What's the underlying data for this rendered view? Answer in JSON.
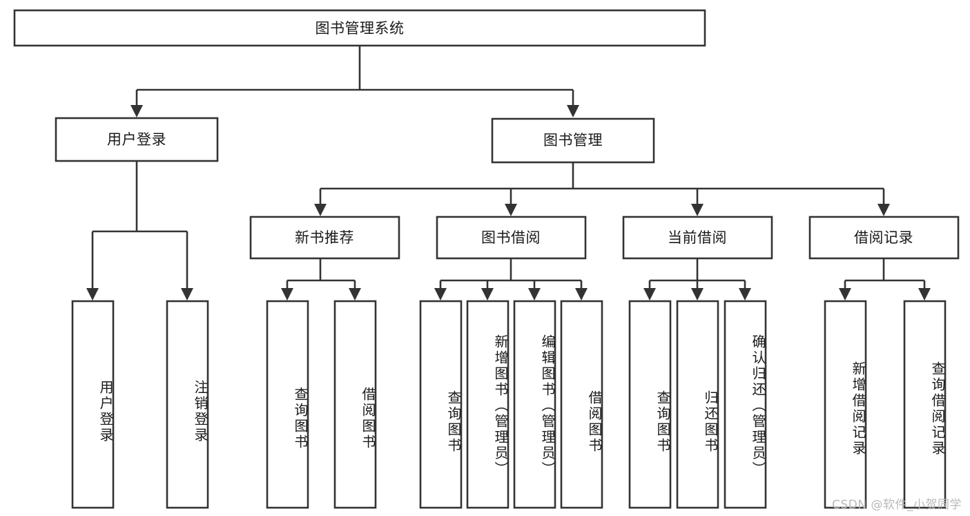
{
  "diagram": {
    "title": "图书管理系统",
    "type": "tree",
    "root": {
      "label": "图书管理系统",
      "children": [
        {
          "label": "用户登录",
          "children": [
            {
              "label": "用户登录"
            },
            {
              "label": "注销登录"
            }
          ]
        },
        {
          "label": "图书管理",
          "children": [
            {
              "label": "新书推荐",
              "children": [
                {
                  "label": "查询图书"
                },
                {
                  "label": "借阅图书"
                }
              ]
            },
            {
              "label": "图书借阅",
              "children": [
                {
                  "label": "查询图书"
                },
                {
                  "label": "新增图书（管理员）"
                },
                {
                  "label": "编辑图书（管理员）"
                },
                {
                  "label": "借阅图书"
                }
              ]
            },
            {
              "label": "当前借阅",
              "children": [
                {
                  "label": "查询图书"
                },
                {
                  "label": "归还图书"
                },
                {
                  "label": "确认归还（管理员）"
                }
              ]
            },
            {
              "label": "借阅记录",
              "children": [
                {
                  "label": "新增借阅记录"
                },
                {
                  "label": "查询借阅记录"
                }
              ]
            }
          ]
        }
      ]
    }
  },
  "nodes": {
    "root": "图书管理系统",
    "user_login": "用户登录",
    "book_manage": "图书管理",
    "new_book_rec": "新书推荐",
    "book_borrow": "图书借阅",
    "current_borrow": "当前借阅",
    "borrow_record": "借阅记录",
    "leaf_user_login": "用户登录",
    "leaf_logout": "注销登录",
    "leaf_query_book_1": "查询图书",
    "leaf_borrow_book_1": "借阅图书",
    "leaf_query_book_2": "查询图书",
    "leaf_add_book": "新增图书（管理员）",
    "leaf_edit_book": "编辑图书（管理员）",
    "leaf_borrow_book_2": "借阅图书",
    "leaf_query_book_3": "查询图书",
    "leaf_return_book": "归还图书",
    "leaf_confirm_return": "确认归还（管理员）",
    "leaf_add_record": "新增借阅记录",
    "leaf_query_record": "查询借阅记录"
  },
  "watermark": {
    "text": "CSDN @软件_小贺同学"
  },
  "colors": {
    "stroke": "#333333",
    "fill": "#ffffff",
    "text": "#1a1a1a",
    "watermark": "#b8b8b8"
  }
}
